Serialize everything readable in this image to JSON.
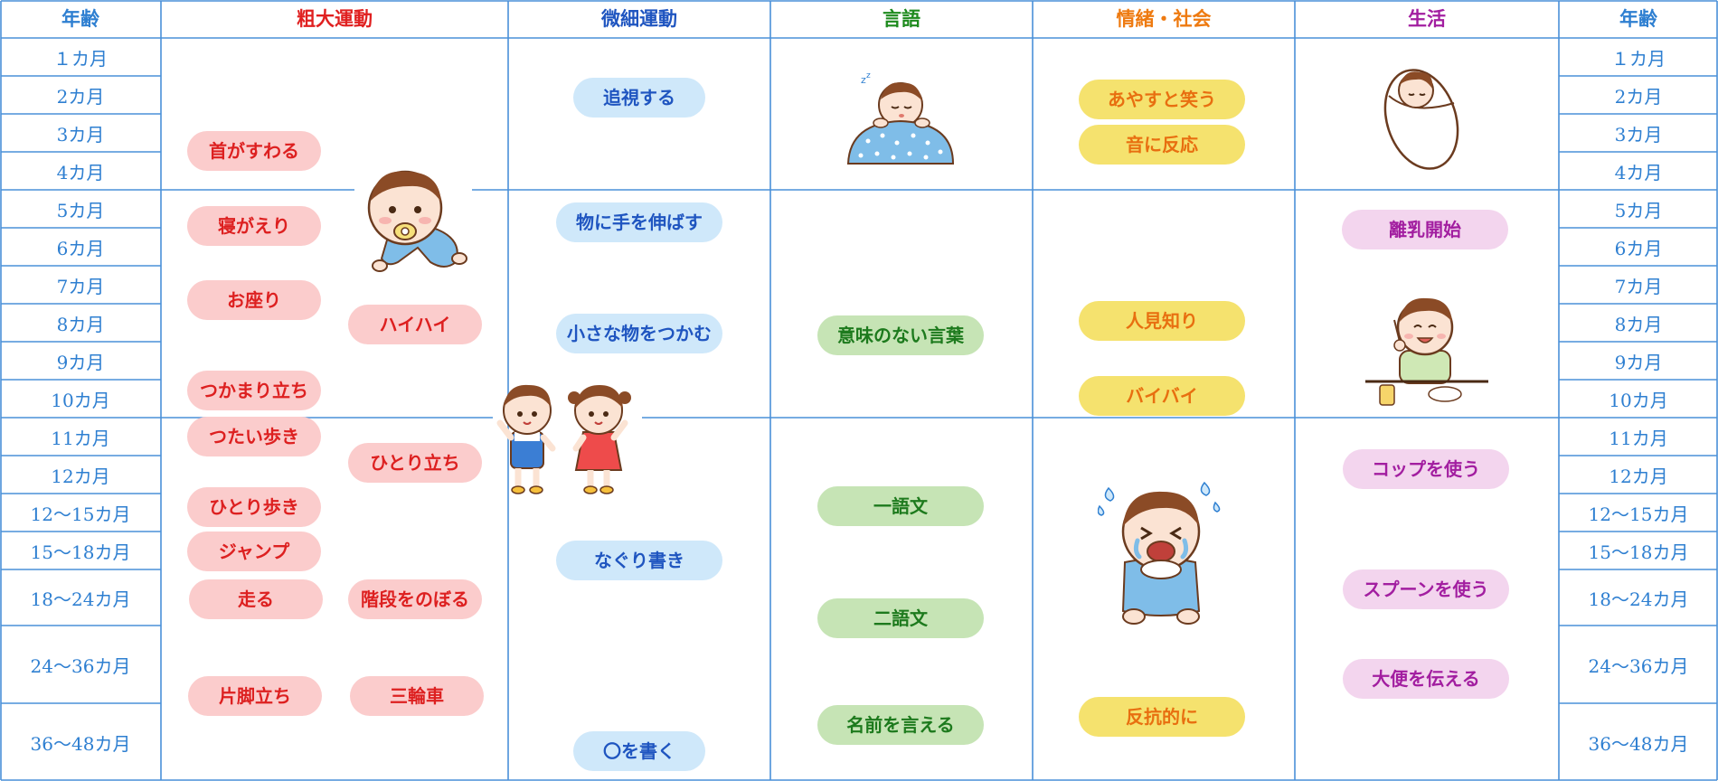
{
  "headers": {
    "age_left": {
      "label": "年齢",
      "color": "#2e7fd1"
    },
    "gross": {
      "label": "粗大運動",
      "color": "#e02020"
    },
    "fine": {
      "label": "微細運動",
      "color": "#1f55c0"
    },
    "language": {
      "label": "言語",
      "color": "#1d8a1d"
    },
    "emotion": {
      "label": "情緒・社会",
      "color": "#ee7a10"
    },
    "life": {
      "label": "生活",
      "color": "#a21ea0"
    },
    "age_right": {
      "label": "年齢",
      "color": "#2e7fd1"
    }
  },
  "ages": [
    "１カ月",
    "2カ月",
    "3カ月",
    "4カ月",
    "5カ月",
    "6カ月",
    "7カ月",
    "8カ月",
    "9カ月",
    "10カ月",
    "11カ月",
    "12カ月",
    "12～15カ月",
    "15～18カ月",
    "18～24カ月",
    "24～36カ月",
    "36～48カ月"
  ],
  "gross": [
    "首がすわる",
    "寝がえり",
    "お座り",
    "ハイハイ",
    "つかまり立ち",
    "つたい歩き",
    "ひとり立ち",
    "ひとり歩き",
    "ジャンプ",
    "走る",
    "階段をのぼる",
    "片脚立ち",
    "三輪車"
  ],
  "fine": [
    "追視する",
    "物に手を伸ばす",
    "小さな物をつかむ",
    "なぐり書き",
    "〇を書く"
  ],
  "language": [
    "意味のない言葉",
    "一語文",
    "二語文",
    "名前を言える"
  ],
  "emotion": [
    "あやすと笑う",
    "音に反応",
    "人見知り",
    "バイバイ",
    "反抗的に"
  ],
  "life": [
    "離乳開始",
    "コップを使う",
    "スプーンを使う",
    "大便を伝える"
  ],
  "illustrations": {
    "sleeping_baby": "sleeping-baby",
    "crawling_baby": "crawling-baby-with-pacifier",
    "swaddled_baby": "swaddled-baby",
    "eating_baby": "baby-eating-with-spoon",
    "two_children": "boy-and-girl-waving",
    "crying_baby": "crying-baby"
  }
}
